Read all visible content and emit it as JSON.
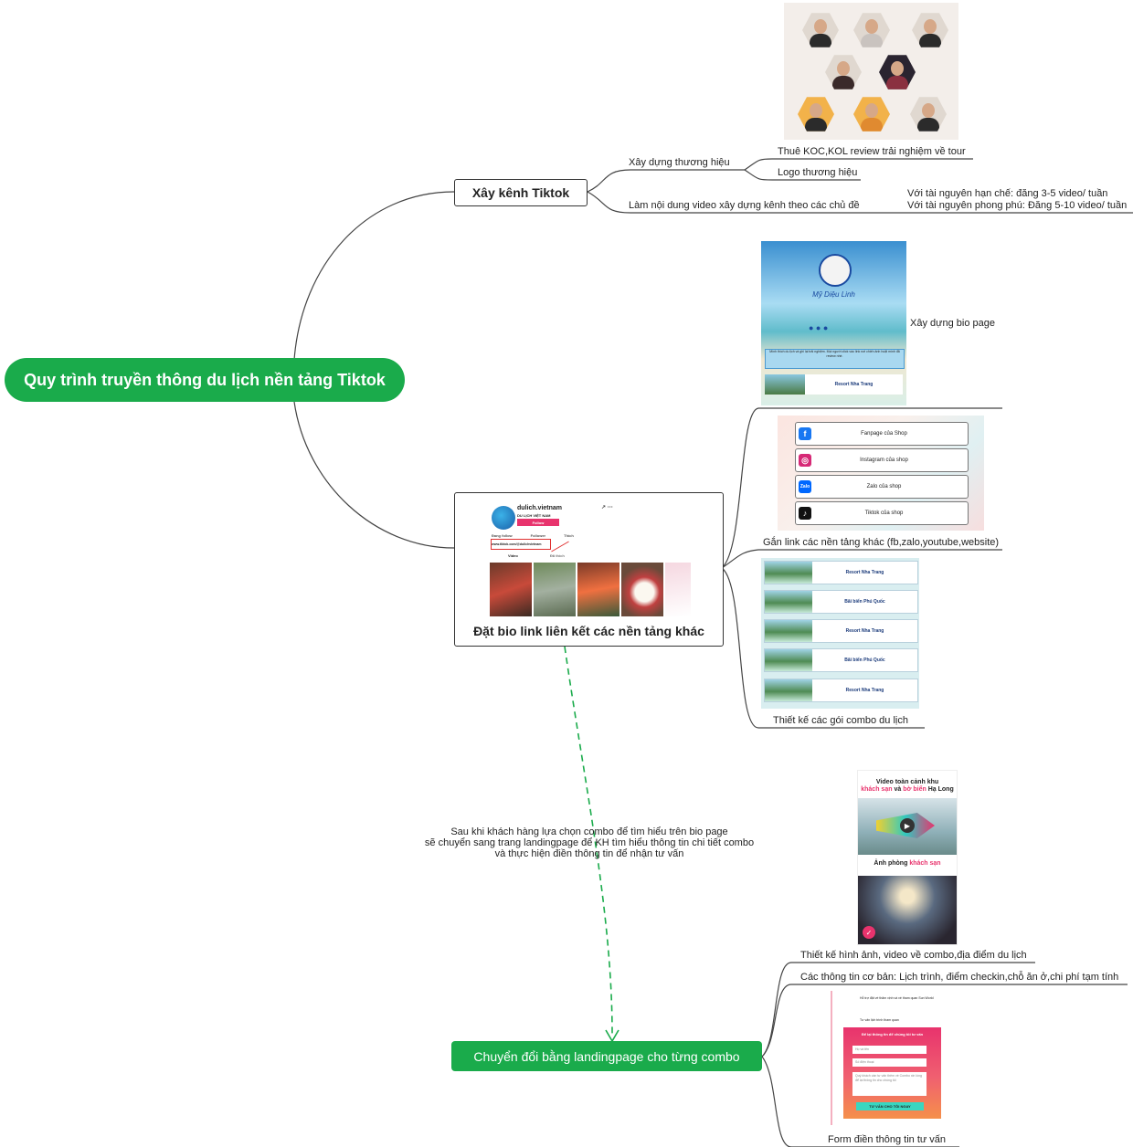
{
  "root": {
    "label": "Quy trình truyền thông du lịch nền tảng Tiktok"
  },
  "branch_tiktok": {
    "label": "Xây kênh Tiktok",
    "brand": {
      "label": "Xây dựng thương hiệu",
      "items": [
        "Thuê KOC,KOL review trải nghiệm về tour",
        "Logo thương hiệu"
      ]
    },
    "content": {
      "label": "Làm nội dung video xây dựng kênh theo các chủ đề",
      "items": [
        "Với tài nguyên hạn chế: đăng 3-5 video/ tuần",
        "Với tài nguyên phong phú: Đăng 5-10 video/ tuần"
      ]
    }
  },
  "branch_bio": {
    "label": "Đặt bio link liên kết các nền tảng khác",
    "profile": {
      "username": "dulich.vietnam",
      "subtitle": "DU LỊCH VIỆT NAM",
      "follow": "Follow",
      "stats": [
        "Đang follow",
        "Follower",
        "Thích"
      ],
      "link": "www.tiktok.com/@dulichvietnam",
      "tabs": [
        "Video",
        "Đã thích"
      ]
    },
    "items": {
      "bio_page": "Xây dựng bio page",
      "links": "Gắn link các nền tảng khác (fb,zalo,youtube,website)",
      "combo": "Thiết kế các gói combo du lịch"
    },
    "bio_preview": {
      "name": "Mỹ Diệu Linh",
      "desc": "Mình thích du lịch và ghi lại trải nghiệm. Mọi người click vào link nơi chiến ảnh hoặt mình đã review nhé.",
      "resort": "Resort Nha Trang"
    },
    "link_cards": [
      "Fanpage của Shop",
      "Instagram của shop",
      "Zalo của shop",
      "Tiktok của shop"
    ],
    "combo_cards": [
      "Resort Nha Trang",
      "Bãi biển Phú Quốc",
      "Resort Nha Trang",
      "Bãi biển Phú Quốc",
      "Resort Nha Trang"
    ]
  },
  "transition_note": [
    "Sau khi khách hàng lựa chọn combo để tìm hiểu trên bio page",
    "sẽ chuyển sang trang landingpage để KH tìm hiểu thông tin chi tiết combo",
    "và thực hiện điền thông tin để nhận tư vấn"
  ],
  "branch_landing": {
    "label": "Chuyển đổi bằng landingpage cho từng combo",
    "items": [
      "Thiết kế hình ảnh, video về combo,địa điểm du lịch",
      "Các thông tin cơ bản: Lịch trình, điểm checkin,chỗ ăn ở,chi phí tạm tính",
      "Form điền thông tin tư vấn"
    ],
    "landing_preview": {
      "heading_1": "Video toàn cảnh khu",
      "heading_2a": "khách sạn",
      "heading_2b": " và ",
      "heading_2c": "bờ biển",
      "heading_2d": " Hạ Long",
      "photo_title_a": "Ảnh phòng ",
      "photo_title_b": "khách sạn"
    },
    "form_preview": {
      "bullet_1": "Hỗ trợ đặt vé thăm vịnh và vé tham quan Sun World",
      "bullet_2": "Tư vấn lịch trình tham quan",
      "title": "Để lại thông tin để chúng tôi tư vấn",
      "name": "Họ và tên",
      "phone": "Số điện thoại",
      "message": "Quý khách cần tư vấn thêm về Combo xin lòng để lại thông tin cho chúng tôi",
      "submit": "TƯ VẤN CHO TÔI NGAY"
    }
  },
  "colors": {
    "green": "#1aab4b",
    "line": "#444444",
    "dashed": "#1aab4b",
    "pink": "#e8336d"
  }
}
